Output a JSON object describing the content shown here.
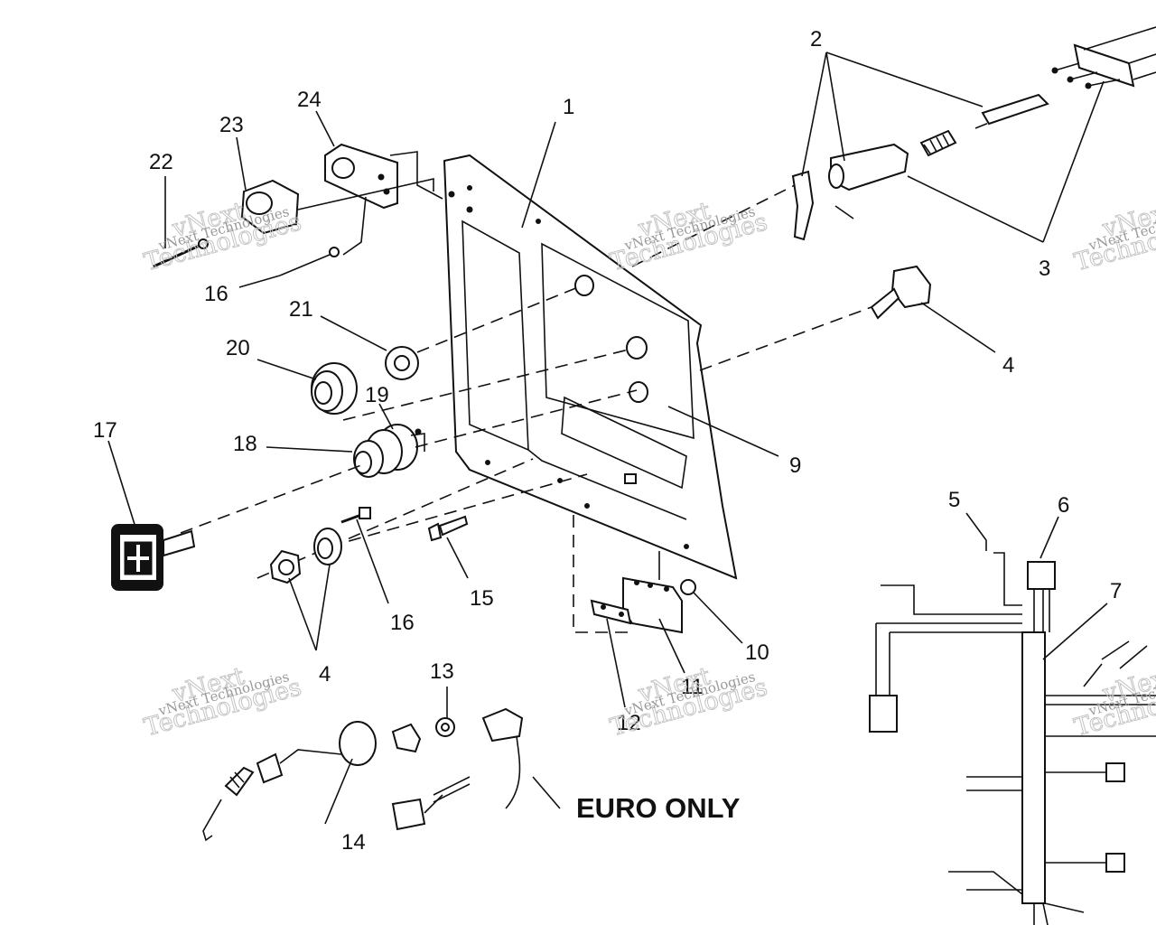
{
  "callouts": {
    "c1": "1",
    "c2": "2",
    "c3": "3",
    "c4a": "4",
    "c4b": "4",
    "c5": "5",
    "c6": "6",
    "c7": "7",
    "c9": "9",
    "c10": "10",
    "c11": "11",
    "c12": "12",
    "c13": "13",
    "c14": "14",
    "c15": "15",
    "c16a": "16",
    "c16b": "16",
    "c17": "17",
    "c18": "18",
    "c19": "19",
    "c20": "20",
    "c21": "21",
    "c22": "22",
    "c23": "23",
    "c24": "24"
  },
  "note": "EURO ONLY",
  "watermark": {
    "line1": "vNext",
    "line2": "Technologies",
    "small": "vNext Technologies"
  }
}
